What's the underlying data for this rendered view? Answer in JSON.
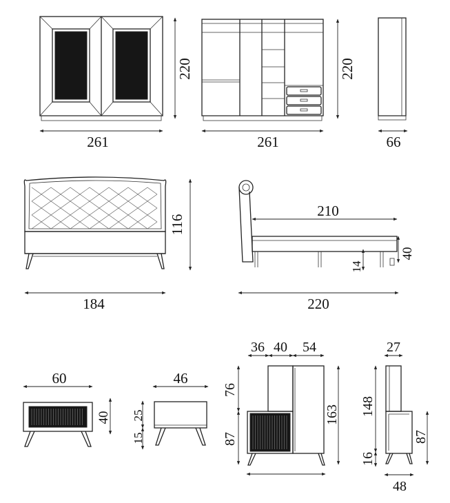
{
  "drawing": {
    "wardrobe": {
      "front_width": "261",
      "front_height": "220",
      "open_width": "261",
      "open_height": "220",
      "side_depth": "66"
    },
    "bed": {
      "headboard_width": "184",
      "headboard_height": "116",
      "side_length": "220",
      "mattress_length": "210",
      "frame_height": "40",
      "leg_height": "14"
    },
    "nightstand": {
      "width": "60",
      "height": "40"
    },
    "side_table": {
      "width": "46",
      "top_part": "25",
      "leg_part": "15"
    },
    "dresser": {
      "width_left": "36",
      "width_mid": "40",
      "width_right": "54",
      "upper_height": "76",
      "lower_height": "87",
      "total_height": "163"
    },
    "mirror": {
      "depth_top": "27",
      "mirror_height": "148",
      "leg_height": "16",
      "body_height": "87",
      "depth_bottom": "48"
    }
  }
}
